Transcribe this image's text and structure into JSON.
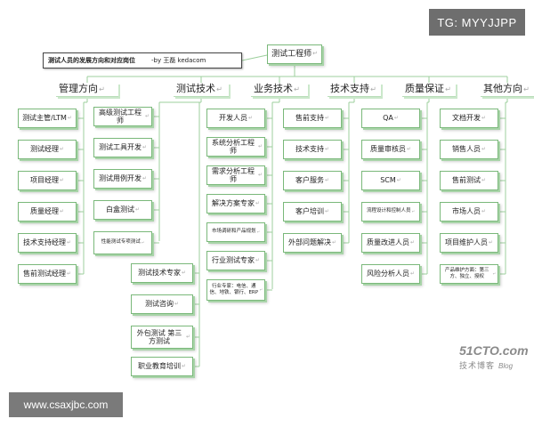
{
  "title_block": {
    "title": "测试人员的发展方向和对应岗位",
    "byline": "-by  王磊  kedacom"
  },
  "root": "测试工程师",
  "mark": "↵",
  "categories": [
    {
      "label": "管理方向",
      "roles": [
        "测试主管/LTM",
        "测试经理",
        "项目经理",
        "质量经理",
        "技术支持经理",
        "售前测试经理"
      ]
    },
    {
      "label": "测试技术",
      "roles": [
        "高级测试工程师",
        "测试工具开发",
        "测试用例开发",
        "白盒测试",
        "性能测试专项测试"
      ],
      "extra_roles": [
        "测试技术专家",
        "测试咨询",
        "外包测试 第三方测试",
        "职业教育培训"
      ]
    },
    {
      "label": "业务技术",
      "roles": [
        "开发人员",
        "系统分析工程师",
        "需求分析工程师",
        "解决方案专家",
        "市场调研和产品规划",
        "行业测试专家",
        "行业专家：电信、通信、地铁、银行、ERP"
      ]
    },
    {
      "label": "技术支持",
      "roles": [
        "售前支持",
        "技术支持",
        "客户服务",
        "客户培训",
        "外部问题解决"
      ]
    },
    {
      "label": "质量保证",
      "roles": [
        "QA",
        "质量审核员",
        "SCM",
        "流程设计和控制人员",
        "质量改进人员",
        "风险分析人员"
      ]
    },
    {
      "label": "其他方向",
      "roles": [
        "文档开发",
        "销售人员",
        "售前测试",
        "市场人员",
        "项目维护人员",
        "产品维护方面：第三方、独立、授权"
      ]
    }
  ],
  "watermarks": {
    "tg": "TG: MYYJJPP",
    "site": "www.csaxjbc.com",
    "blog_main": "51CTO.com",
    "blog_sub": "技术博客",
    "blog_word": "Blog"
  }
}
